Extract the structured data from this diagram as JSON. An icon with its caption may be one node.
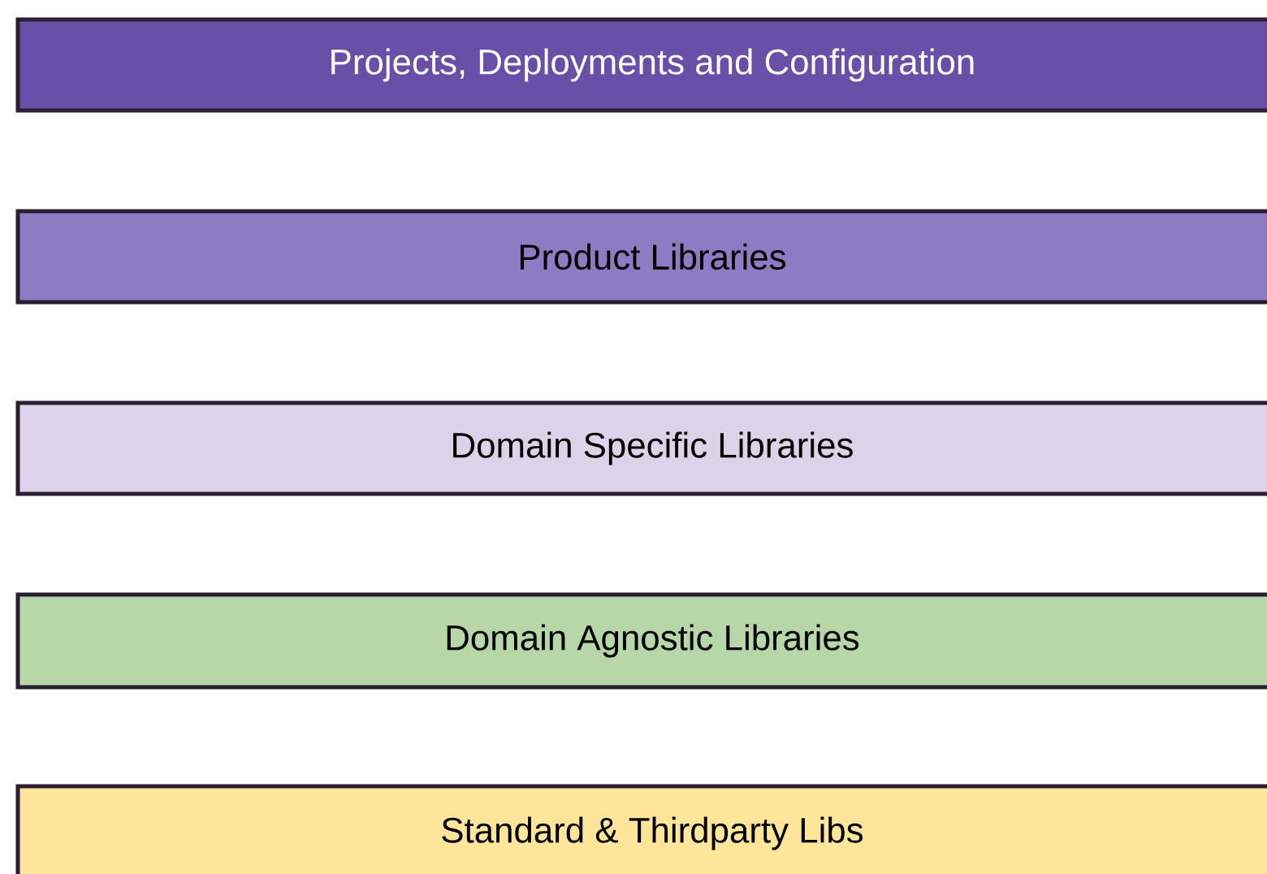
{
  "diagram": {
    "nodes": [
      {
        "text": [
          "Projects, Deployments and Configuration"
        ]
      },
      {
        "text": [
          "Product Libraries"
        ]
      },
      {
        "text": [
          "Domain Specific Libraries"
        ]
      },
      {
        "text": [
          "Domain Agnostic Libraries"
        ]
      },
      {
        "text": [
          "Standard & Thirdparty Libs"
        ]
      }
    ]
  }
}
